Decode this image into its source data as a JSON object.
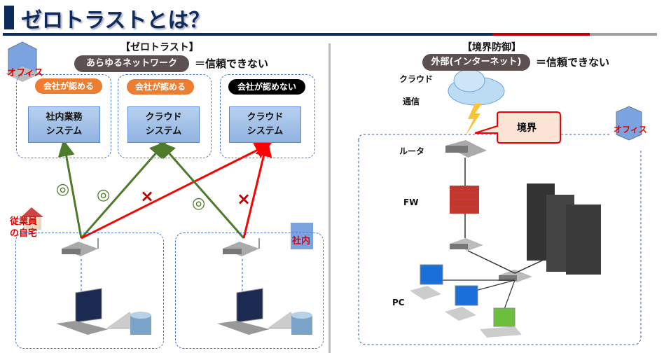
{
  "title": "ゼロトラストとは？",
  "left": {
    "heading": "【ゼロトラスト】",
    "pill": "あらゆるネットワーク",
    "equals": "＝信頼できない",
    "office": "オフィス",
    "zones": [
      {
        "badge": "会社が認める",
        "system": [
          "社内業務",
          "システム"
        ]
      },
      {
        "badge": "会社が認める",
        "system": [
          "クラウド",
          "システム"
        ]
      },
      {
        "badge": "会社が認めない",
        "system": [
          "クラウド",
          "システム"
        ]
      }
    ],
    "home": [
      "従業員",
      "の自宅"
    ],
    "inhouse": "社内",
    "ok": "◎",
    "ng": "×"
  },
  "right": {
    "heading": "【境界防御】",
    "pill": "外部(インターネット)",
    "equals": "＝信頼できない",
    "cloud_label": [
      "クラウド",
      "通信"
    ],
    "boundary": "境界",
    "office": "オフィス",
    "router": "ルータ",
    "fw": "FW",
    "pc": "PC"
  },
  "colors": {
    "navy": "#0e2a5c",
    "red": "#c00000",
    "orange": "#ed7d31",
    "green": "#4e7a2c",
    "arrow_red": "#ff0000"
  }
}
